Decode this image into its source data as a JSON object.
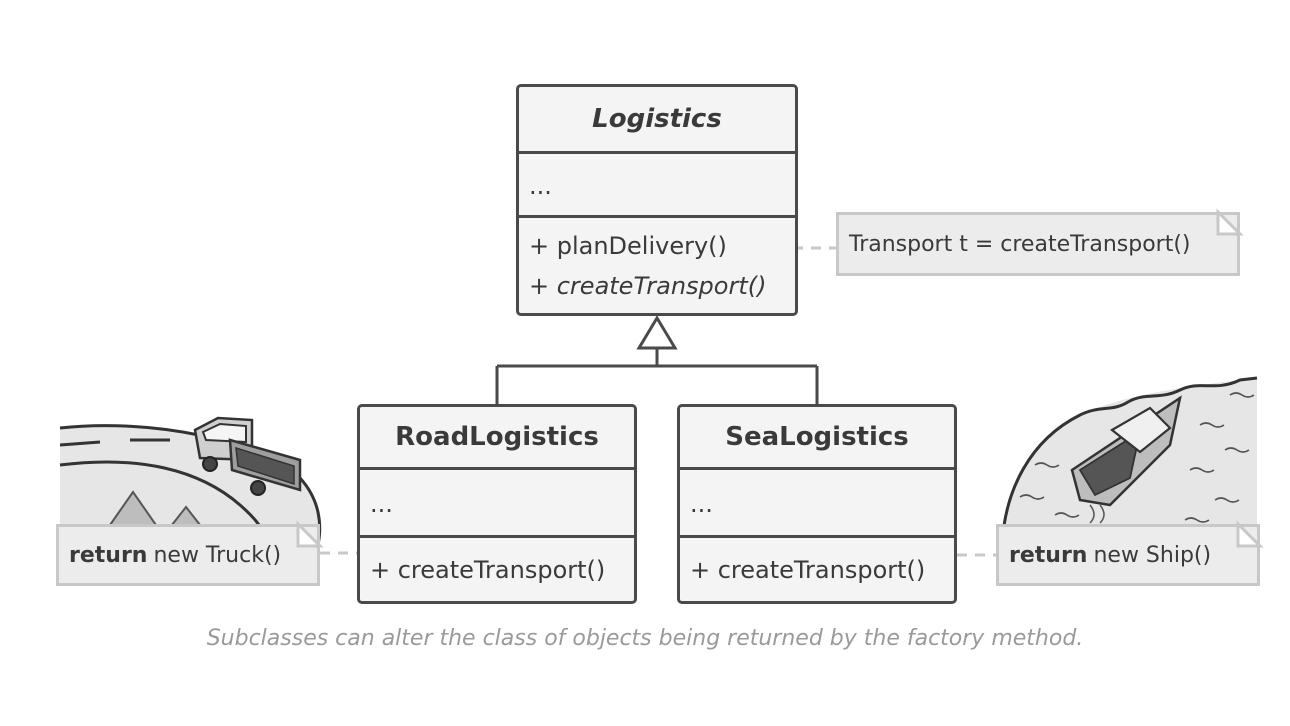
{
  "classes": {
    "logistics": {
      "name": "Logistics",
      "fields": "...",
      "methods": [
        "+ planDelivery()",
        "+ createTransport()"
      ]
    },
    "road": {
      "name": "RoadLogistics",
      "fields": "...",
      "methods": [
        "+ createTransport()"
      ]
    },
    "sea": {
      "name": "SeaLogistics",
      "fields": "...",
      "methods": [
        "+ createTransport()"
      ]
    }
  },
  "notes": {
    "plan": {
      "text": "Transport t = createTransport()"
    },
    "road": {
      "keyword": "return",
      "text": "new Truck()"
    },
    "sea": {
      "keyword": "return",
      "text": "new Ship()"
    }
  },
  "illustrations": {
    "road": "truck-on-road",
    "sea": "boat-on-sea"
  },
  "caption": "Subclasses can alter the class of objects being returned by the factory method.",
  "colors": {
    "class_border": "#4a4a4a",
    "class_fill": "#f4f4f4",
    "note_fill": "#ececec",
    "note_border": "#c8c8c8",
    "caption": "#9a9a9a"
  }
}
